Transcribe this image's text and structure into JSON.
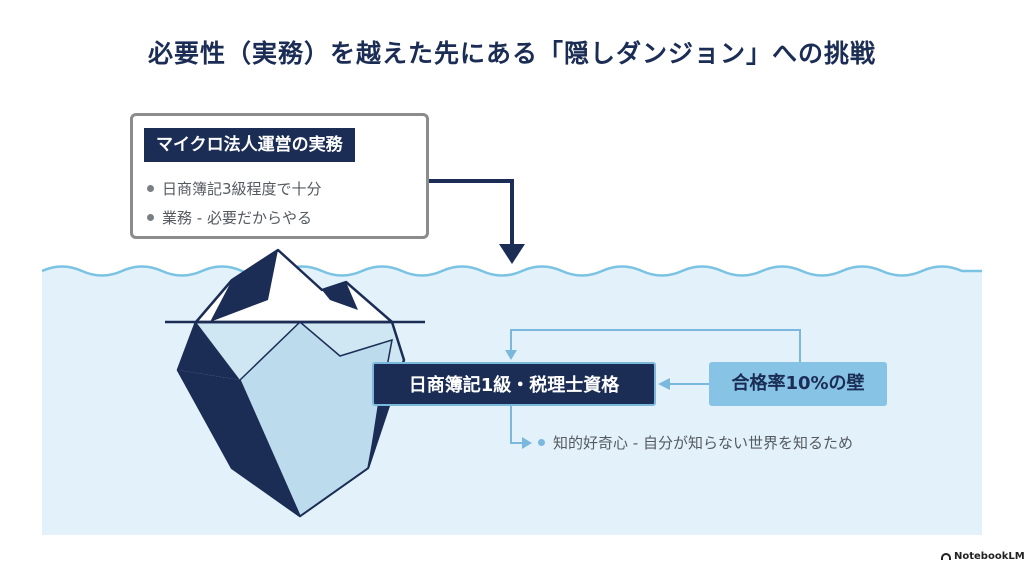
{
  "title": "必要性（実務）を越えた先にある「隠しダンジョン」への挑戦",
  "surface": {
    "heading": "マイクロ法人運営の実務",
    "bullets": [
      "日商簿記3級程度で十分",
      "業務 - 必要だからやる"
    ]
  },
  "deep": {
    "label": "日商簿記1級・税理士資格",
    "bullet": "知的好奇心 - 自分が知らない世界を知るため"
  },
  "wall": {
    "label": "合格率10%の壁"
  },
  "watermark": "NotebookLM",
  "colors": {
    "navy": "#1b2d55",
    "water": "#e3f2fa",
    "waterline": "#7bc3e3",
    "accent": "#86c3e4",
    "border": "#8c8c8c"
  }
}
